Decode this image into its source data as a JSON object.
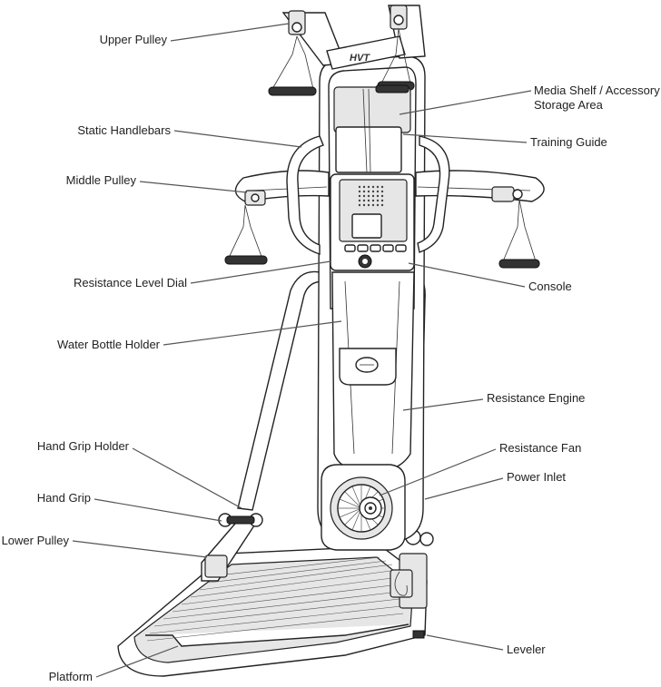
{
  "diagram": {
    "brand_mark": "HVT",
    "labels": [
      {
        "id": "upper-pulley",
        "text": "Upper Pulley"
      },
      {
        "id": "static-handlebars",
        "text": "Static Handlebars"
      },
      {
        "id": "middle-pulley",
        "text": "Middle Pulley"
      },
      {
        "id": "resistance-level-dial",
        "text": "Resistance Level Dial"
      },
      {
        "id": "water-bottle-holder",
        "text": "Water Bottle Holder"
      },
      {
        "id": "hand-grip-holder",
        "text": "Hand Grip Holder"
      },
      {
        "id": "hand-grip",
        "text": "Hand Grip"
      },
      {
        "id": "lower-pulley",
        "text": "Lower Pulley"
      },
      {
        "id": "platform",
        "text": "Platform"
      },
      {
        "id": "media-shelf-line1",
        "text": "Media Shelf / Accessory"
      },
      {
        "id": "media-shelf-line2",
        "text": "Storage Area"
      },
      {
        "id": "training-guide",
        "text": "Training Guide"
      },
      {
        "id": "console",
        "text": "Console"
      },
      {
        "id": "resistance-engine",
        "text": "Resistance Engine"
      },
      {
        "id": "resistance-fan",
        "text": "Resistance Fan"
      },
      {
        "id": "power-inlet",
        "text": "Power Inlet"
      },
      {
        "id": "leveler",
        "text": "Leveler"
      }
    ]
  }
}
